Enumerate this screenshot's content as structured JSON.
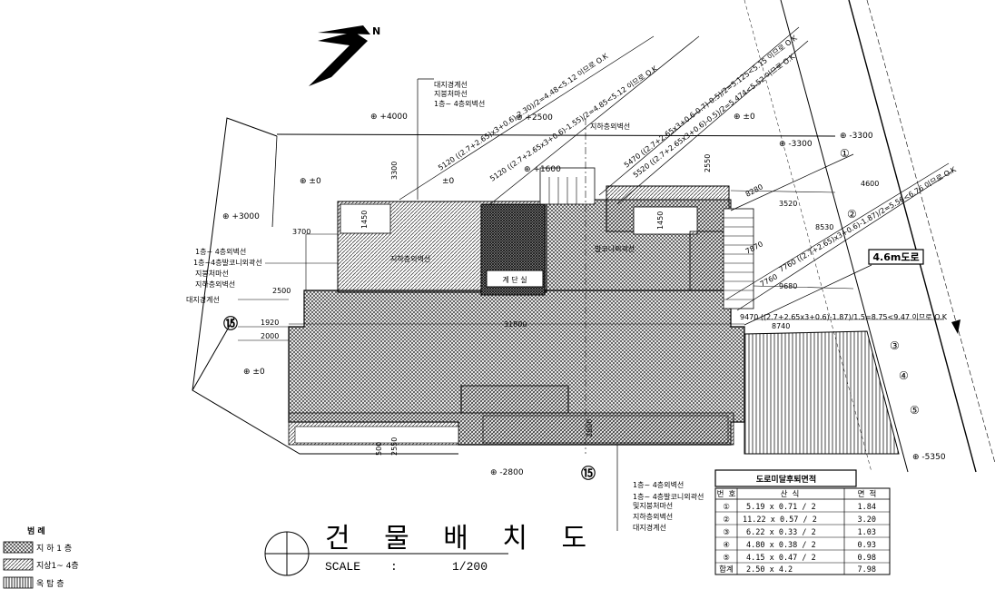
{
  "drawing": {
    "title": "건 물 배 치 도",
    "scale_label": "SCALE",
    "scale_sep": ":",
    "scale_value": "1/200",
    "north_label": "N"
  },
  "legend": {
    "header": "범 례",
    "items": [
      {
        "label": "지 하 1 층",
        "pattern": "cross"
      },
      {
        "label": "지상1~ 4층",
        "pattern": "diag"
      },
      {
        "label": "옥 탑 층",
        "pattern": "vert"
      }
    ]
  },
  "elevations": {
    "e4000": "⊕ +4000",
    "e2500": "⊕ +2500",
    "e0_top": "⊕ ±0",
    "e_m3300": "⊕ -3300",
    "e_m3300b": "⊕ -3300",
    "e0_left": "⊕ ±0",
    "e0_mid": "±0",
    "e1600": "⊕ +1600",
    "e3000": "⊕ +3000",
    "e0_low": "⊕ ±0",
    "e_m2800": "⊕ -2800",
    "e_m5350": "⊕ -5350"
  },
  "labels": {
    "top_group": [
      "대지경계선",
      "지붕처마선",
      "1층~ 4층외벽선"
    ],
    "left_group": [
      "1층~ 4층외벽선",
      "1층~4층발코니외곽선",
      "지붕처마선",
      "지하층외벽선"
    ],
    "left_boundary": "대지경계선",
    "basement_wall_mid": "지하층외벽선",
    "basement_wall_top": "지하층외벽선",
    "core_label": "발코니외곽선",
    "bottom_group": [
      "1층~ 4층외벽선",
      "1층~ 4층발코니외곽선",
      "및지붕처마선",
      "지하층외벽선",
      "대지경계선"
    ],
    "road_label": "4.6m도로",
    "stair_box": "계 단 실"
  },
  "dimensions": {
    "d3700": "3700",
    "d2500": "2500",
    "d1920": "1920",
    "d2000": "2000",
    "d3300": "3300",
    "d1450": "1450",
    "d1450b": "1450",
    "d2550": "2550",
    "d31800": "31800",
    "d2800": "2800",
    "d500": "500",
    "d2550b": "2550",
    "d3520": "3520",
    "d4600": "4600",
    "d8530": "8530",
    "d7870": "7870",
    "d7760": "7760",
    "d9680": "9680",
    "d8740": "8740",
    "d8280": "8280",
    "s1": "5120 ((2.7+2.65)x3+0.6)-2.30)/2=4.48<5.12 이므로 O.K",
    "s2": "5120 ((2.7+2.65x3+0.6)-1.55)/2=4.85<5.12 이므로 O.K",
    "s3": "5470 ((2.7+2.65x3+0.6-0.7)-0.5)/2=5.125<5.15 이므로 O.K",
    "s4": "5520 ((2.7+2.65x3+0.6)-0.5)/2=5.474<5.52 이므로 O.K",
    "s5": "7760 ((2.7+2.65)x3+0.6)-1.87)/2=5.56<6.76 이므로 O.K",
    "s6": "9470 ((2.7+2.65x3+0.6)-1.87)/1.5=8.75<9.47 이므로 O.K"
  },
  "markers": {
    "m1": "①",
    "m2": "②",
    "m3": "③",
    "m4": "④",
    "m5": "⑤",
    "gate_a": "⑮",
    "gate_b": "⑮"
  },
  "area_table": {
    "title": "도로미달후퇴면적",
    "headers": [
      "번 호",
      "산 식",
      "면 적"
    ],
    "rows": [
      {
        "no": "①",
        "formula": "5.19  x  0.71  /  2",
        "area": "1.84"
      },
      {
        "no": "②",
        "formula": "11.22  x  0.57  /  2",
        "area": "3.20"
      },
      {
        "no": "③",
        "formula": "6.22  x  0.33  /  2",
        "area": "1.03"
      },
      {
        "no": "④",
        "formula": "4.80  x  0.38  /  2",
        "area": "0.93"
      },
      {
        "no": "⑤",
        "formula": "4.15  x  0.47  /  2",
        "area": "0.98"
      },
      {
        "no": "합계",
        "formula": "2.50  x  4.2",
        "area": "7.98"
      }
    ]
  }
}
